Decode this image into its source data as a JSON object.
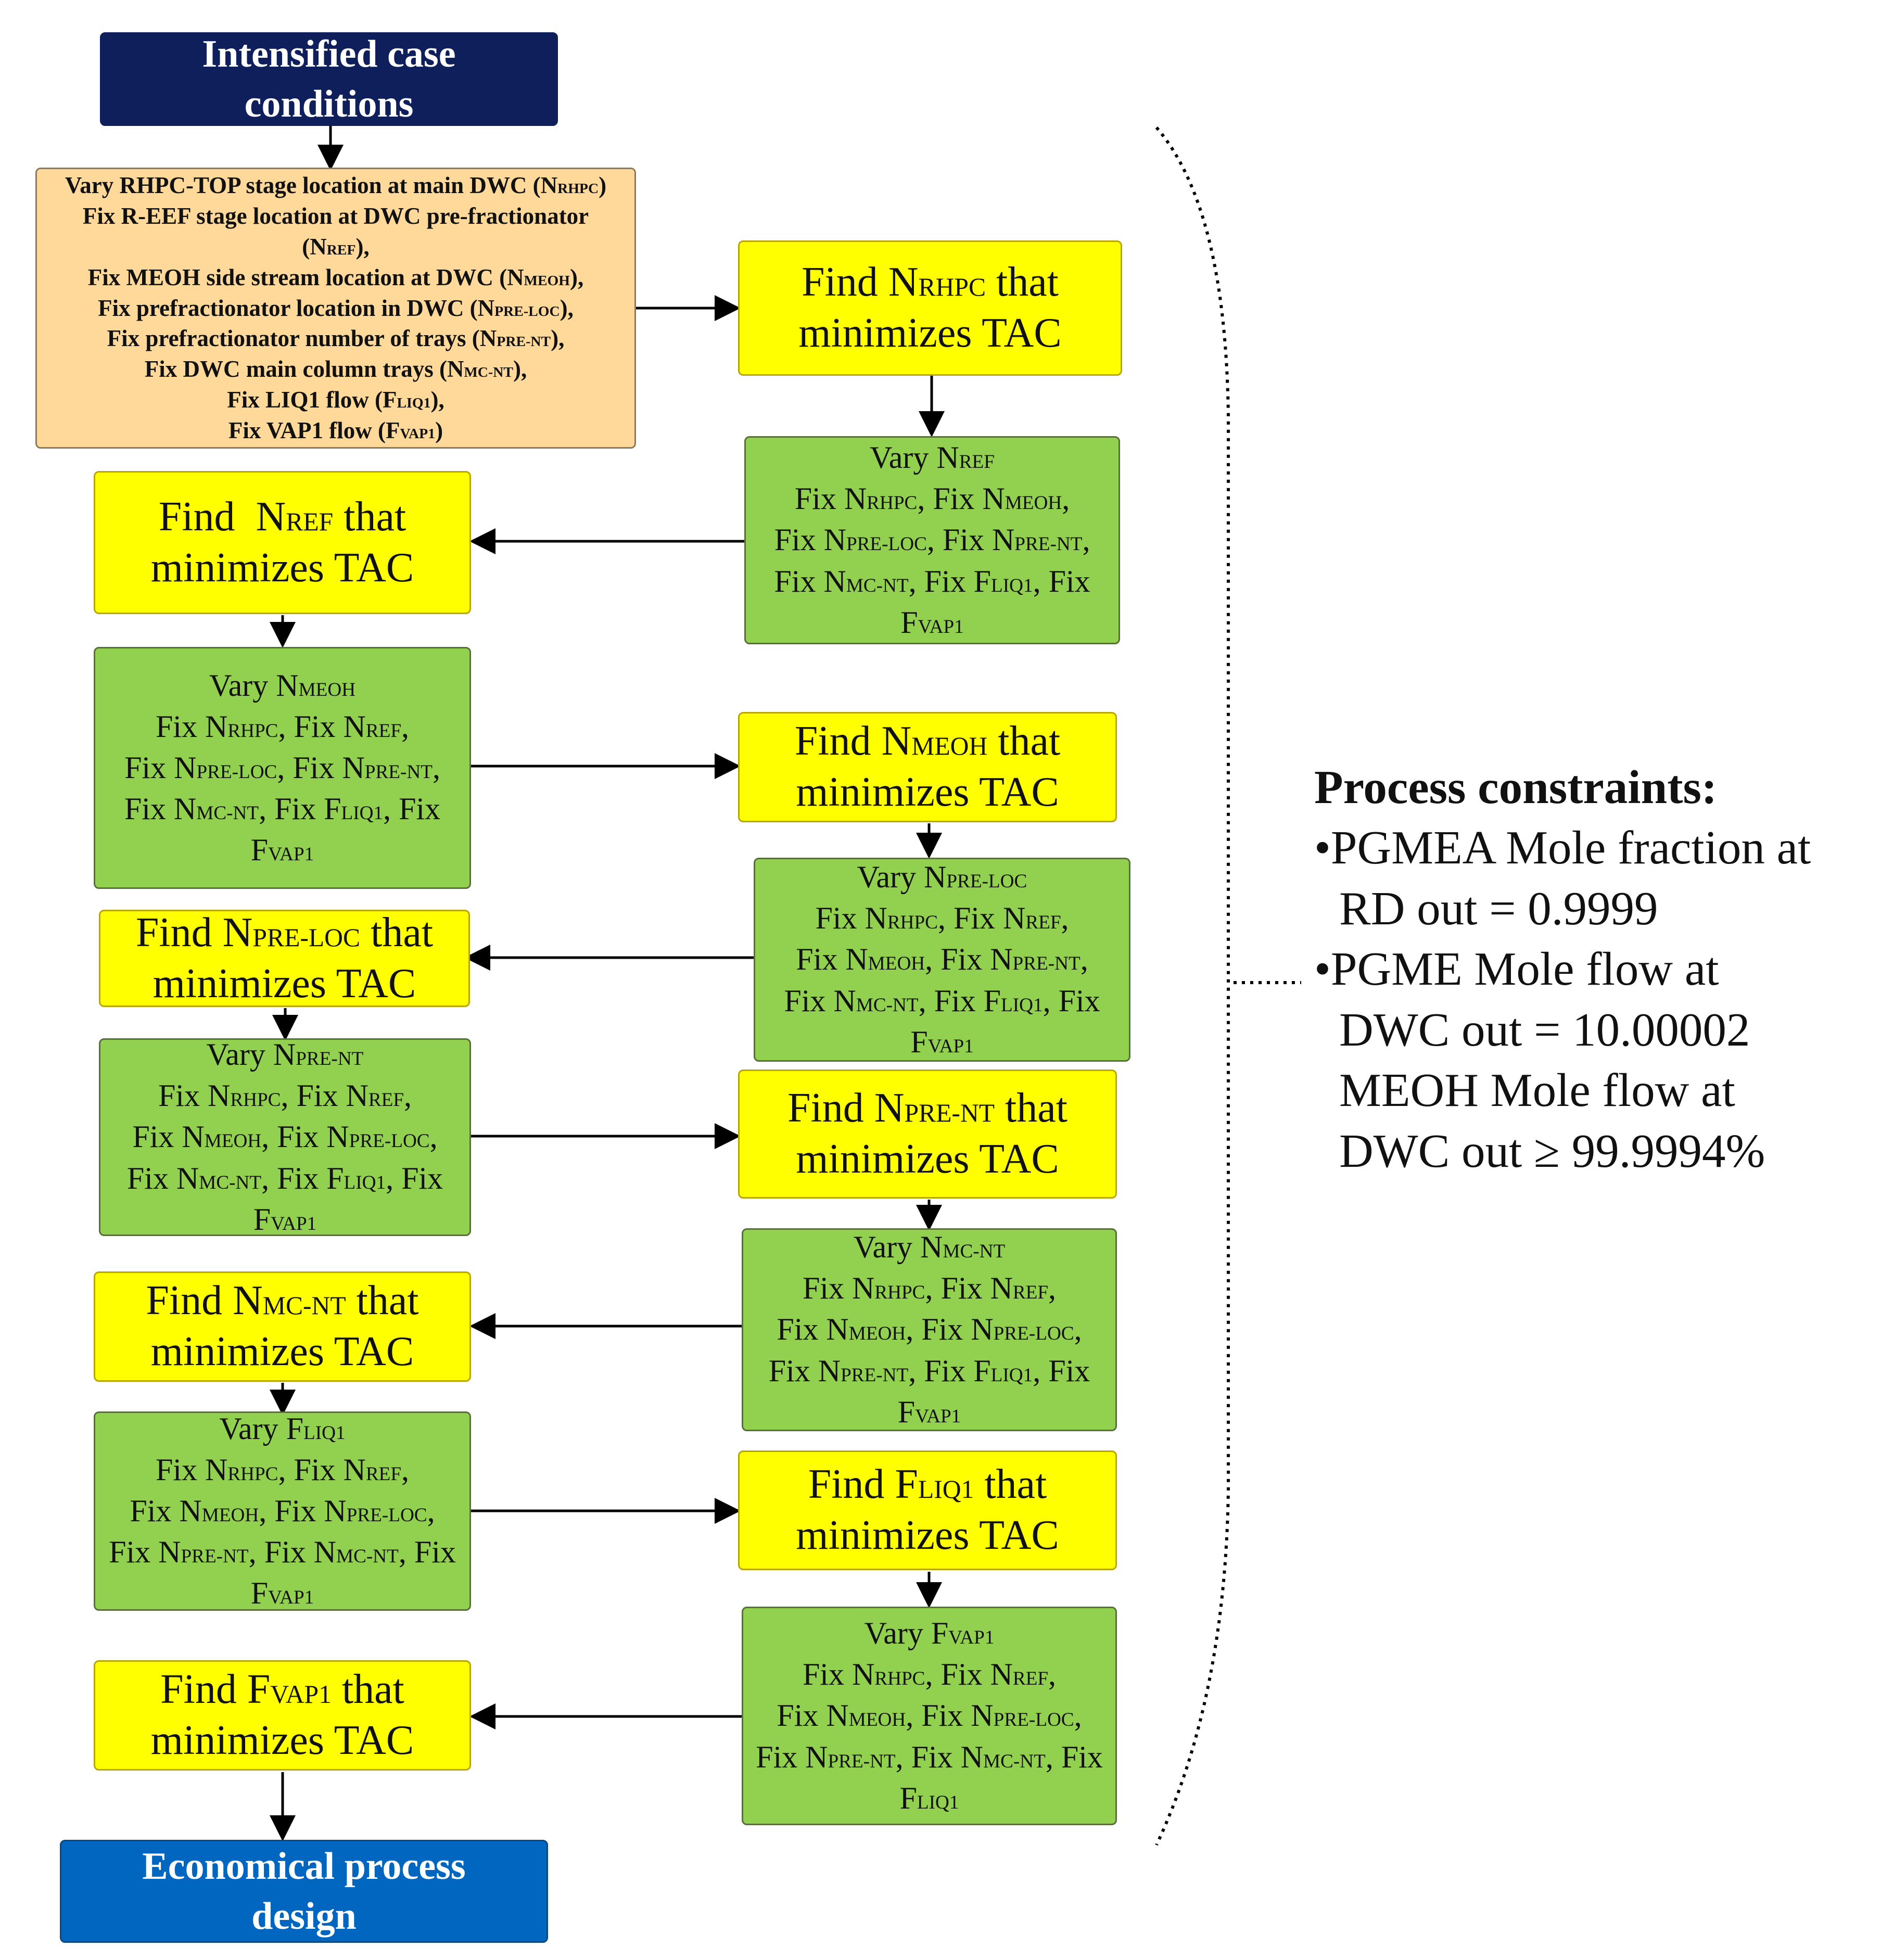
{
  "start": {
    "line1": "Intensified case",
    "line2": "conditions"
  },
  "init": {
    "l1_pre": "Vary RHPC-TOP stage location at main DWC (N",
    "l1_sub": "RHPC",
    "l1_post": ")",
    "l2": "Fix R-EEF stage location at DWC pre-fractionator",
    "l3_pre": "(N",
    "l3_sub": "REF",
    "l3_post": "),",
    "l4_pre": "Fix MEOH side stream location at DWC (N",
    "l4_sub": "MEOH",
    "l4_post": "),",
    "l5_pre": "Fix prefractionator location in DWC (N",
    "l5_sub": "PRE-LOC",
    "l5_post": "),",
    "l6_pre": "Fix prefractionator number of trays (N",
    "l6_sub": "PRE-NT",
    "l6_post": "),",
    "l7_pre": "Fix DWC main column trays (N",
    "l7_sub": "MC-NT",
    "l7_post": "),",
    "l8_pre": "Fix LIQ1 flow (F",
    "l8_sub": "LIQ1",
    "l8_post": "),",
    "l9_pre": "Fix VAP1 flow (F",
    "l9_sub": "VAP1",
    "l9_post": ")"
  },
  "find_rhpc": {
    "pre": "Find N",
    "sub": "RHPC",
    "post": " that",
    "line2": "minimizes TAC"
  },
  "vary_ref": {
    "l1_pre": "Vary N",
    "l1_sub": "REF",
    "l2": [
      "Fix N",
      "RHPC",
      ", Fix N",
      "MEOH",
      ","
    ],
    "l3": [
      "Fix N",
      "PRE-LOC",
      ", Fix N",
      "PRE-NT",
      ","
    ],
    "l4": [
      "Fix N",
      "MC-NT",
      ", Fix F",
      "LIQ1",
      ", Fix"
    ],
    "l5": [
      "F",
      "VAP1"
    ]
  },
  "find_ref": {
    "pre": "Find  N",
    "sub": "REF",
    "post": " that",
    "line2": "minimizes TAC"
  },
  "vary_meoh": {
    "l1_pre": "Vary N",
    "l1_sub": "MEOH",
    "l2": [
      "Fix N",
      "RHPC",
      ", Fix N",
      "REF",
      ","
    ],
    "l3": [
      "Fix N",
      "PRE-LOC",
      ", Fix N",
      "PRE-NT",
      ","
    ],
    "l4": [
      "Fix N",
      "MC-NT",
      ", Fix F",
      "LIQ1",
      ", Fix"
    ],
    "l5": [
      "F",
      "VAP1"
    ]
  },
  "find_meoh": {
    "pre": "Find N",
    "sub": "MEOH",
    "post": " that",
    "line2": "minimizes TAC"
  },
  "vary_preloc": {
    "l1_pre": "Vary N",
    "l1_sub": "PRE-LOC",
    "l2": [
      "Fix N",
      "RHPC",
      ", Fix N",
      "REF",
      ","
    ],
    "l3": [
      "Fix N",
      "MEOH",
      ", Fix N",
      "PRE-NT",
      ","
    ],
    "l4": [
      "Fix N",
      "MC-NT",
      ", Fix F",
      "LIQ1",
      ", Fix"
    ],
    "l5": [
      "F",
      "VAP1"
    ]
  },
  "find_preloc": {
    "pre": "Find N",
    "sub": "PRE-LOC",
    "post": " that",
    "line2": "minimizes TAC"
  },
  "vary_prent": {
    "l1_pre": "Vary N",
    "l1_sub": "PRE-NT",
    "l2": [
      "Fix N",
      "RHPC",
      ", Fix N",
      "REF",
      ","
    ],
    "l3": [
      "Fix N",
      "MEOH",
      ", Fix N",
      "PRE-LOC",
      ","
    ],
    "l4": [
      "Fix N",
      "MC-NT",
      ", Fix F",
      "LIQ1",
      ", Fix"
    ],
    "l5": [
      "F",
      "VAP1"
    ]
  },
  "find_prent": {
    "pre": "Find N",
    "sub": "PRE-NT",
    "post": " that",
    "line2": "minimizes TAC"
  },
  "vary_mcnt": {
    "l1_pre": "Vary N",
    "l1_sub": "MC-NT",
    "l2": [
      "Fix N",
      "RHPC",
      ", Fix N",
      "REF",
      ","
    ],
    "l3": [
      "Fix N",
      "MEOH",
      ", Fix N",
      "PRE-LOC",
      ","
    ],
    "l4": [
      "Fix N",
      "PRE-NT",
      ", Fix F",
      "LIQ1",
      ", Fix"
    ],
    "l5": [
      "F",
      "VAP1"
    ]
  },
  "find_mcnt": {
    "pre": "Find N",
    "sub": "MC-NT",
    "post": " that",
    "line2": "minimizes TAC"
  },
  "vary_liq1": {
    "l1_pre": "Vary F",
    "l1_sub": "LIQ1",
    "l2": [
      "Fix N",
      "RHPC",
      ", Fix N",
      "REF",
      ","
    ],
    "l3": [
      "Fix N",
      "MEOH",
      ", Fix N",
      "PRE-LOC",
      ","
    ],
    "l4": [
      "Fix N",
      "PRE-NT",
      ", Fix N",
      "MC-NT",
      ", Fix"
    ],
    "l5": [
      "F",
      "VAP1"
    ]
  },
  "find_liq1": {
    "pre": "Find F",
    "sub": "LIQ1",
    "post": " that",
    "line2": "minimizes TAC"
  },
  "vary_vap1": {
    "l1_pre": "Vary F",
    "l1_sub": "VAP1",
    "l2": [
      "Fix N",
      "RHPC",
      ", Fix N",
      "REF",
      ","
    ],
    "l3": [
      "Fix N",
      "MEOH",
      ", Fix N",
      "PRE-LOC",
      ","
    ],
    "l4": [
      "Fix N",
      "PRE-NT",
      ", Fix N",
      "MC-NT",
      ", Fix"
    ],
    "l5": [
      "F",
      "LIQ1"
    ]
  },
  "find_vap1": {
    "pre": "Find F",
    "sub": "VAP1",
    "post": " that",
    "line2": "minimizes TAC"
  },
  "end": {
    "line1": "Economical process",
    "line2": "design"
  },
  "constraints": {
    "heading": "Process constraints:",
    "b1_l1": "•PGMEA Mole fraction at",
    "b1_l2": "RD out = 0.9999",
    "b2_l1": "•PGME Mole flow at",
    "b2_l2": "DWC out = 10.00002",
    "b2_l3": "MEOH Mole flow at",
    "b2_l4": "DWC out ≥ 99.9994%"
  },
  "colors": {
    "yellow": "#ffff00",
    "green": "#92d050",
    "orange": "#ffd99a",
    "navy": "#0f1f5c",
    "blue": "#0066bf"
  }
}
